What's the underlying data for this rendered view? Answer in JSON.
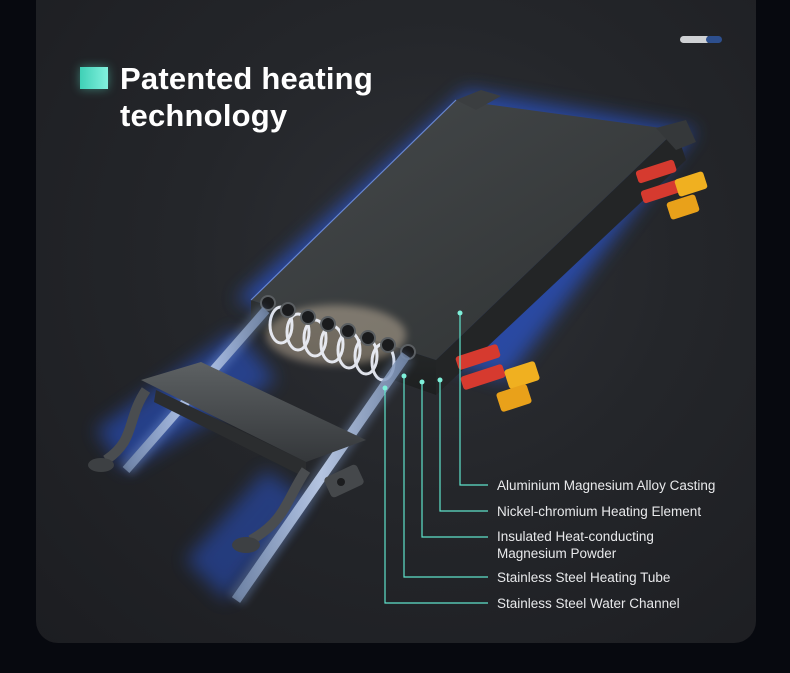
{
  "title": "Patented heating technology",
  "components": [
    "Aluminium Magnesium Alloy Casting",
    "Nickel-chromium Heating Element",
    "Insulated Heat-conducting Magnesium Powder",
    "Stainless Steel Heating Tube",
    "Stainless Steel Water Channel"
  ],
  "colors": {
    "accent": "#5fe3cb",
    "glow": "#2f6cff",
    "body": "#3a3d3f",
    "terminal": "#d63a2f",
    "connector": "#f0b020"
  }
}
